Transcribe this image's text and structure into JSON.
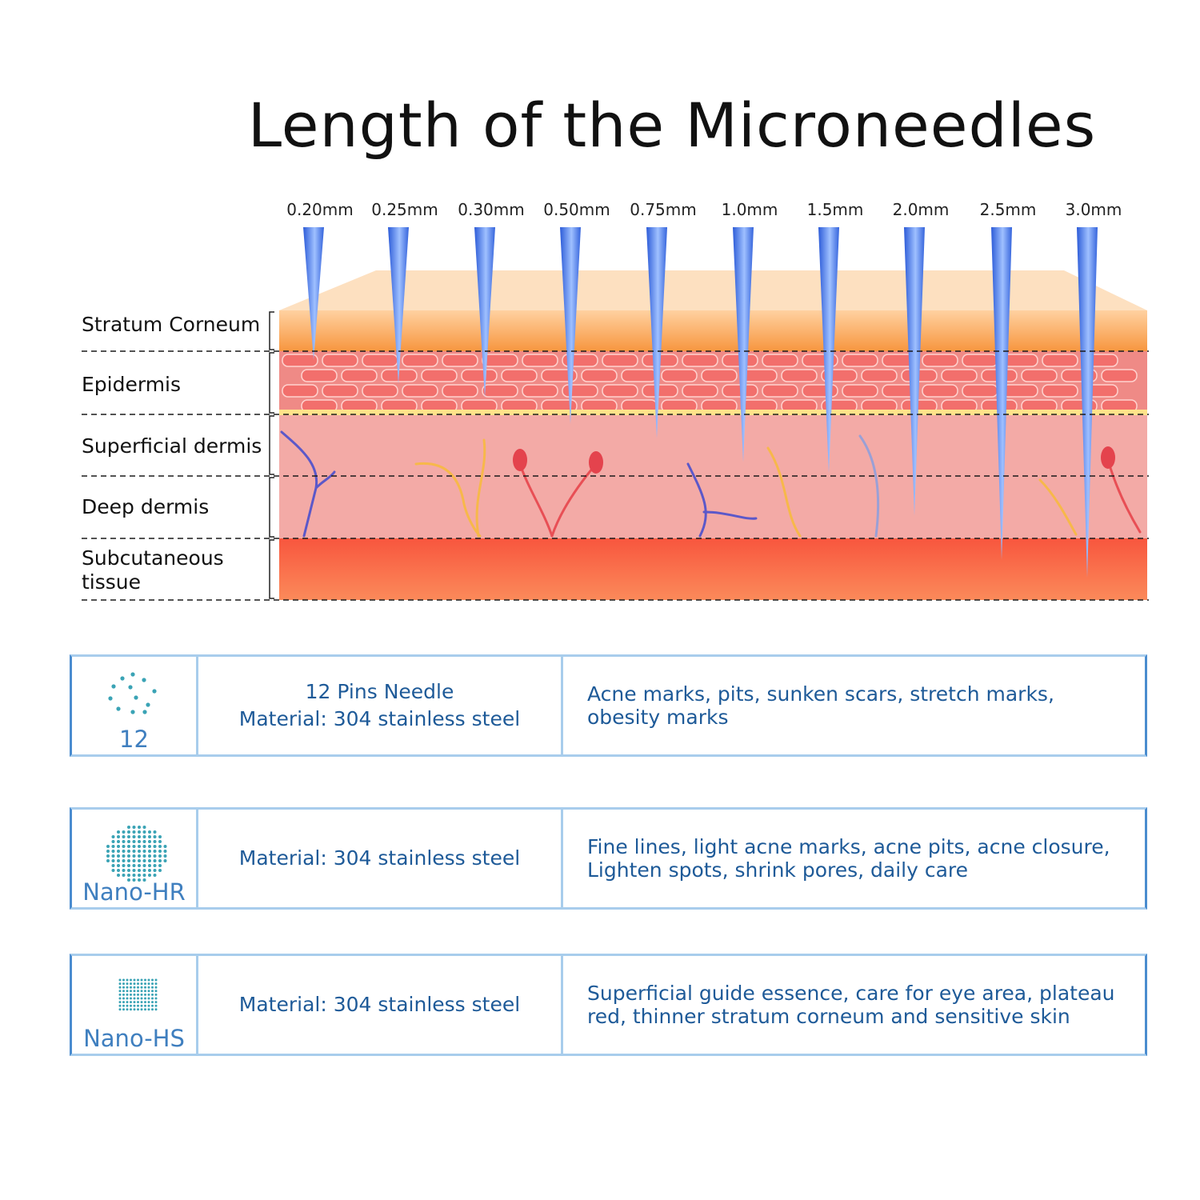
{
  "title": "Length of the Microneedles",
  "needles": [
    {
      "label": "0.20mm",
      "depth": 0.2
    },
    {
      "label": "0.25mm",
      "depth": 0.25
    },
    {
      "label": "0.30mm",
      "depth": 0.3
    },
    {
      "label": "0.50mm",
      "depth": 0.5
    },
    {
      "label": "0.75mm",
      "depth": 0.75
    },
    {
      "label": "1.0mm",
      "depth": 1.0
    },
    {
      "label": "1.5mm",
      "depth": 1.5
    },
    {
      "label": "2.0mm",
      "depth": 2.0
    },
    {
      "label": "2.5mm",
      "depth": 2.5
    },
    {
      "label": "3.0mm",
      "depth": 3.0
    }
  ],
  "layers": [
    {
      "label": "Stratum Corneum"
    },
    {
      "label": "Epidermis"
    },
    {
      "label": "Superficial dermis"
    },
    {
      "label": "Deep dermis"
    },
    {
      "label": "Subcutaneous tissue"
    }
  ],
  "products": [
    {
      "caption": "12",
      "line1": "12 Pins Needle",
      "line2": "Material:  304 stainless steel",
      "desc": "Acne marks, pits, sunken scars, stretch marks, obesity marks"
    },
    {
      "caption": "Nano-HR",
      "line1": "",
      "line2": "Material:  304 stainless steel",
      "desc": "Fine lines, light acne marks, acne pits, acne closure, Lighten spots, shrink pores, daily care"
    },
    {
      "caption": "Nano-HS",
      "line1": "",
      "line2": "Material:  304 stainless steel",
      "desc": "Superficial guide essence, care for eye area, plateau red, thinner stratum corneum and sensitive skin"
    }
  ],
  "colors": {
    "stratum": "#f79a4a",
    "epidermis": "#ef8a86",
    "dermis": "#f3aaa6",
    "subcutaneous": "#f86a4c",
    "needle": "#3f6fe0",
    "card_text": "#1e5a98",
    "dots": "#3aa3b5"
  }
}
